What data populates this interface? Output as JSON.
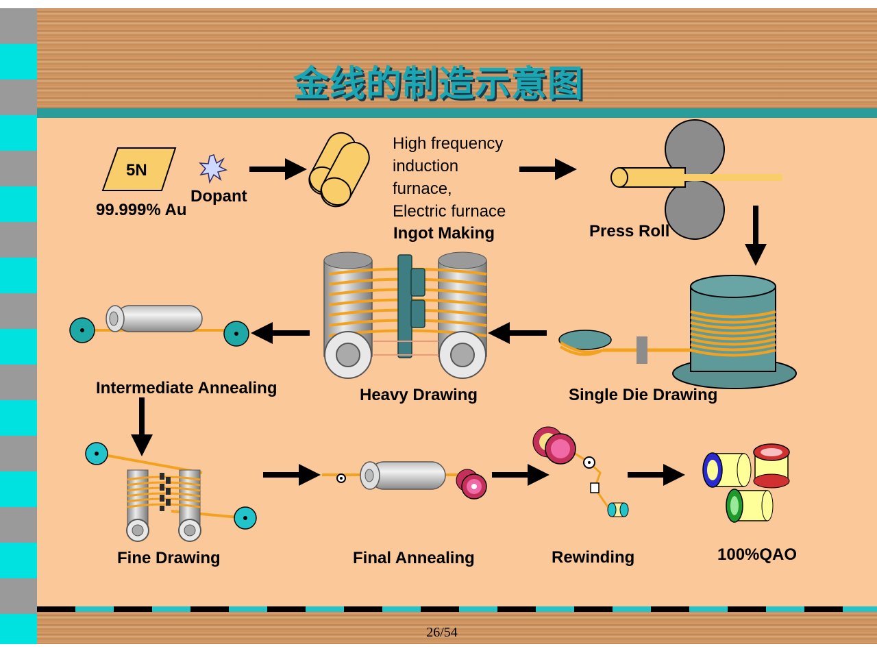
{
  "title": "金线的制造示意图",
  "page_number": "26/54",
  "material": {
    "purity_code": "5N",
    "purity_label": "99.999% Au",
    "dopant_label": "Dopant"
  },
  "furnace": {
    "lines": [
      "High frequency",
      "induction",
      "furnace,",
      "Electric furnace"
    ],
    "step_label": "Ingot Making"
  },
  "steps": {
    "press_roll": "Press Roll",
    "single_die": "Single Die Drawing",
    "heavy": "Heavy Drawing",
    "intermediate": "Intermediate Annealing",
    "fine": "Fine Drawing",
    "final_annealing": "Final Annealing",
    "rewinding": "Rewinding",
    "qao": "100%QAO"
  },
  "colors": {
    "wire": "#f2a21e",
    "teal": "#2a9d9a",
    "slide_bg": "#fbc89a",
    "roll_gray": "#8c8c8c",
    "gold_ingot": "#f8cd6a"
  }
}
